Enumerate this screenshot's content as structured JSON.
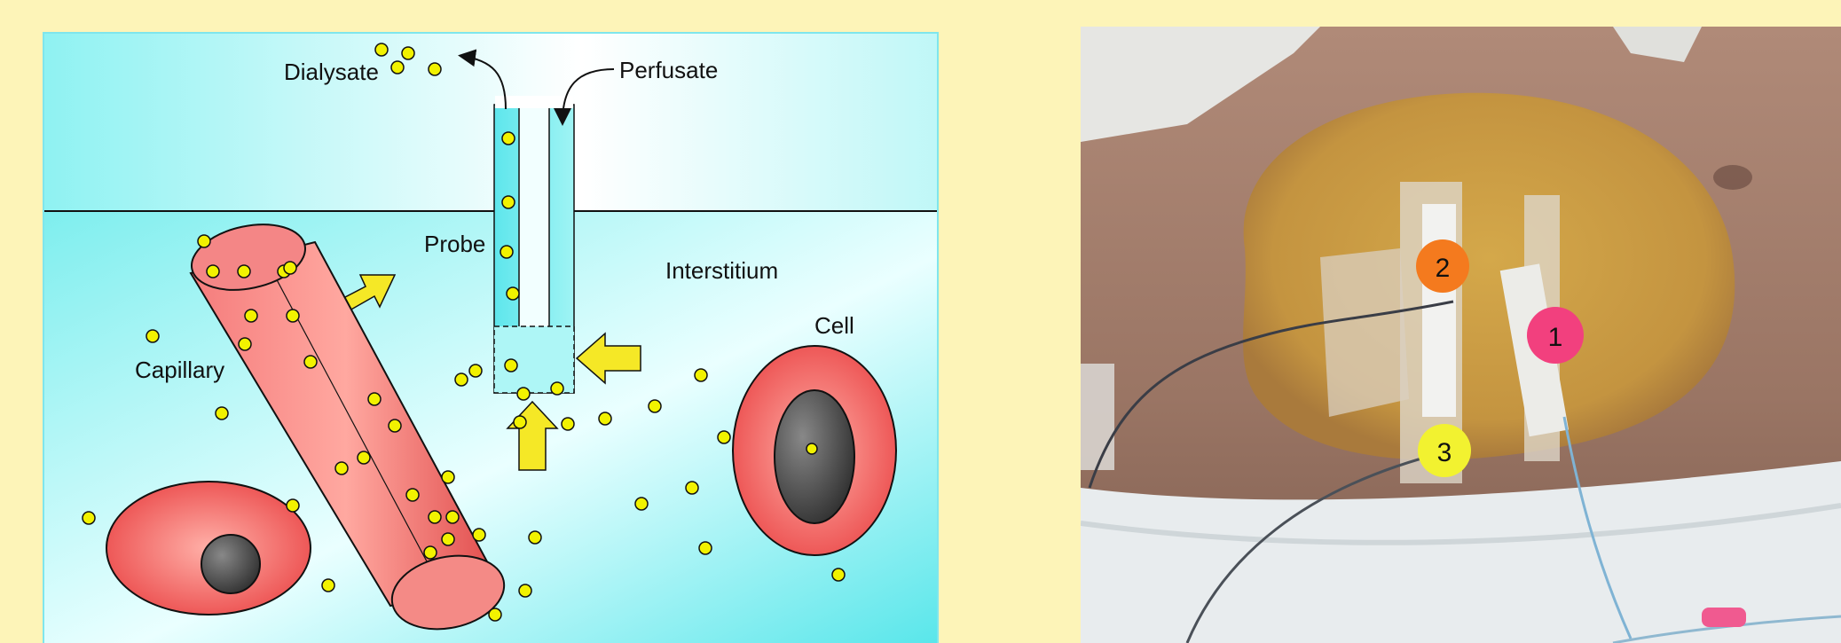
{
  "diagram": {
    "labels": {
      "dialysate": "Dialysate",
      "perfusate": "Perfusate",
      "probe": "Probe",
      "interstitium": "Interstitium",
      "cell": "Cell",
      "capillary": "Capillary"
    },
    "colors": {
      "medium": "#7ff0f0",
      "cell_red": "#f06868",
      "nucleus": "#555555",
      "molecule": "#f2f200",
      "arrow": "#f5e826"
    }
  },
  "photo": {
    "markers": [
      {
        "label": "2",
        "color": "#f47a1e"
      },
      {
        "label": "1",
        "color": "#f2407e"
      },
      {
        "label": "3",
        "color": "#f2f230"
      }
    ]
  }
}
